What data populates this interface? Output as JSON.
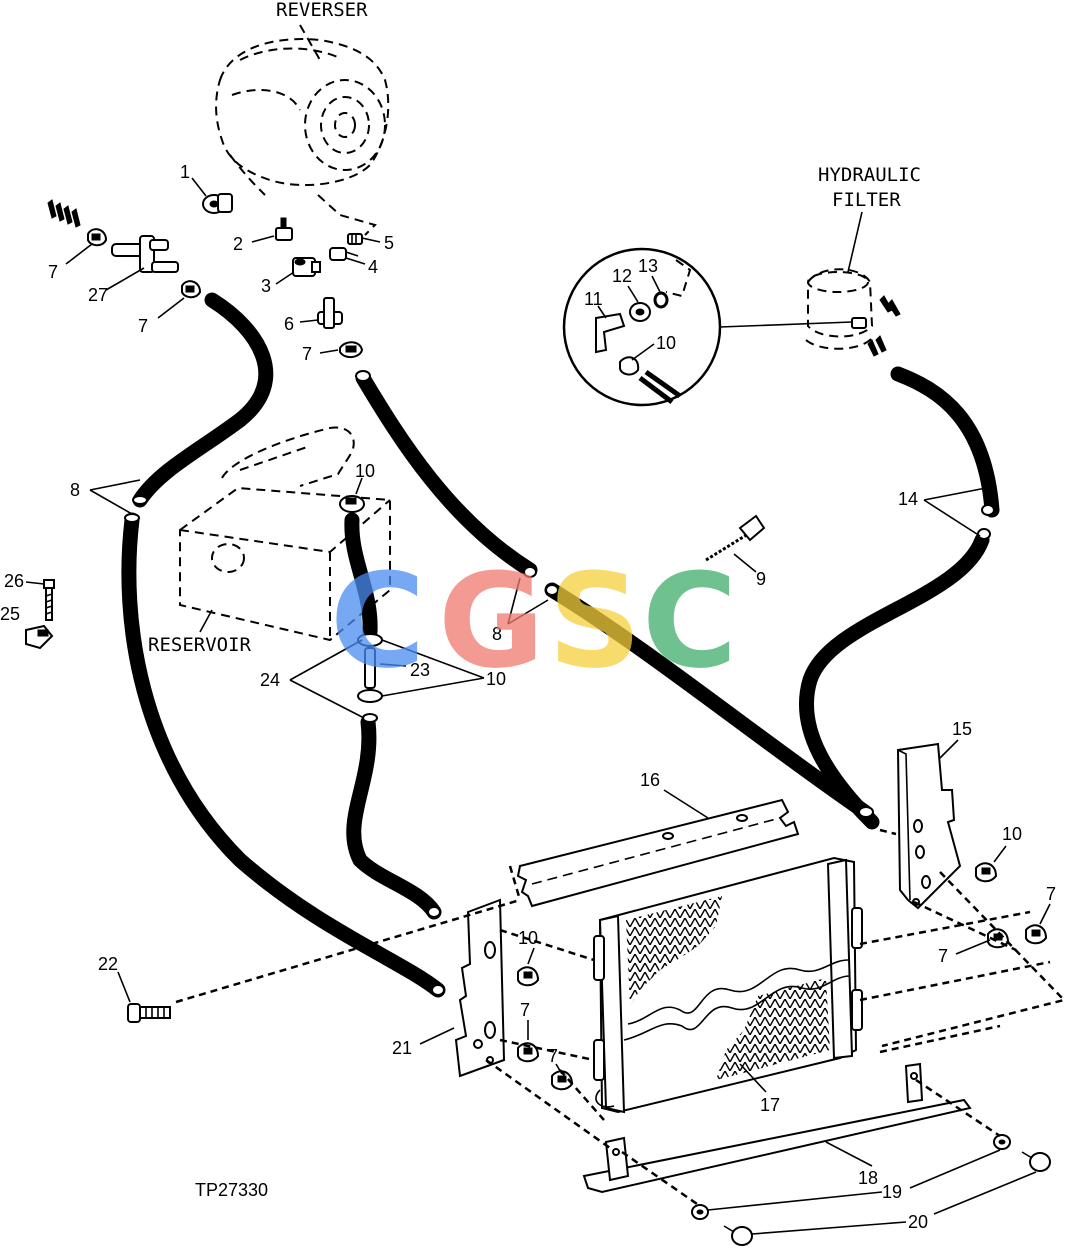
{
  "component_labels": {
    "reverser": "REVERSER",
    "hydraulic_filter_line1": "HYDRAULIC",
    "hydraulic_filter_line2": "FILTER",
    "reservoir": "RESERVOIR"
  },
  "callouts": {
    "c1": "1",
    "c2": "2",
    "c3": "3",
    "c4": "4",
    "c5": "5",
    "c6": "6",
    "c7a": "7",
    "c7b": "7",
    "c7c": "7",
    "c7d": "7",
    "c7e": "7",
    "c7f": "7",
    "c7g": "7",
    "c8a": "8",
    "c8b": "8",
    "c9": "9",
    "c10a": "10",
    "c10b": "10",
    "c10c": "10",
    "c10d": "10",
    "c10e": "10",
    "c11": "11",
    "c12": "12",
    "c13": "13",
    "c14": "14",
    "c15": "15",
    "c16": "16",
    "c17": "17",
    "c18": "18",
    "c19": "19",
    "c20": "20",
    "c21": "21",
    "c22": "22",
    "c23": "23",
    "c24": "24",
    "c25": "25",
    "c26": "26",
    "c27": "27"
  },
  "figure_id": "TP27330",
  "watermark": {
    "letters": [
      "C",
      "G",
      "S",
      "C"
    ],
    "colors": [
      "#4a8cf0",
      "#f07a6e",
      "#f5d03c",
      "#3fae6a"
    ]
  }
}
